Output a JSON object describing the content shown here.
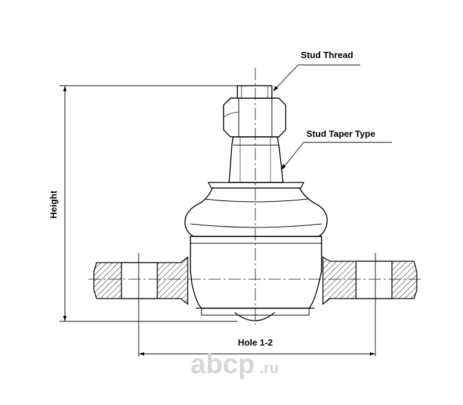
{
  "labels": {
    "stud_thread": "Stud Thread",
    "stud_taper_type": "Stud Taper Type",
    "height": "Height",
    "hole": "Hole 1-2"
  },
  "watermark": {
    "text": "abcp",
    "suffix": ".ru"
  },
  "colors": {
    "line": "#000000",
    "watermark": "#d6d6d6"
  }
}
